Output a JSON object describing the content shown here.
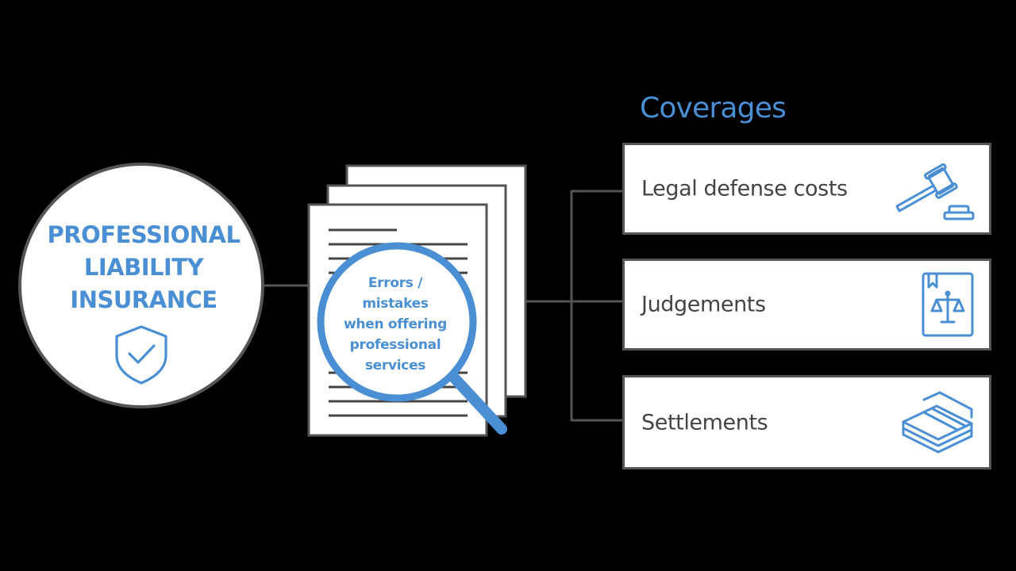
{
  "colors": {
    "background": "#000000",
    "accent_blue": "#4a8fd4",
    "outline_gray": "#555555",
    "text_gray": "#444444",
    "paper_white": "#ffffff"
  },
  "insurance": {
    "title_lines": [
      "PROFESSIONAL",
      "LIABILITY",
      "INSURANCE"
    ],
    "icon": "shield-check-icon"
  },
  "documents": {
    "lens_text_lines": [
      "Errors /",
      "mistakes",
      "when offering",
      "professional",
      "services"
    ],
    "icon": "magnifying-glass-icon"
  },
  "coverages": {
    "heading": "Coverages",
    "items": [
      {
        "label": "Legal defense costs",
        "icon": "gavel-icon"
      },
      {
        "label": "Judgements",
        "icon": "law-book-scales-icon"
      },
      {
        "label": "Settlements",
        "icon": "cash-stack-icon"
      }
    ]
  }
}
